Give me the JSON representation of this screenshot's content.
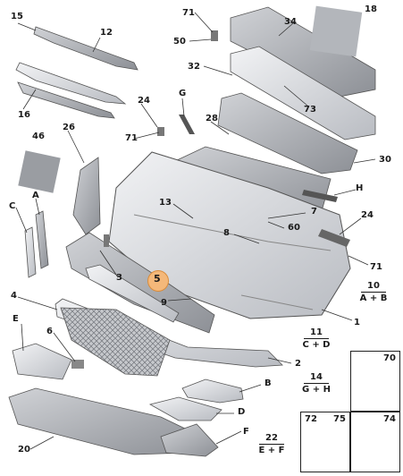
{
  "labels": {
    "l15": "15",
    "l12": "12",
    "l16": "16",
    "l71a": "71",
    "l50": "50",
    "l34": "34",
    "l18": "18",
    "l32": "32",
    "l73": "73",
    "l24a": "24",
    "lG": "G",
    "l28": "28",
    "l46": "46",
    "l26": "26",
    "l71b": "71",
    "l30": "30",
    "lH": "H",
    "lA": "A",
    "lC": "C",
    "l13": "13",
    "l7": "7",
    "l60": "60",
    "l24b": "24",
    "l8": "8",
    "l71c": "71",
    "l3": "3",
    "l5": "5",
    "l9": "9",
    "l4": "4",
    "l1": "1",
    "lE": "E",
    "l6": "6",
    "l2": "2",
    "lB": "B",
    "lD": "D",
    "l20": "20",
    "lF": "F",
    "l70": "70",
    "l72": "72",
    "l75": "75",
    "l74": "74"
  },
  "sub_labels": {
    "s10": {
      "top": "10",
      "bottom": "A + B"
    },
    "s11": {
      "top": "11",
      "bottom": "C + D"
    },
    "s14": {
      "top": "14",
      "bottom": "G + H"
    },
    "s22": {
      "top": "22",
      "bottom": "E + F"
    }
  },
  "highlight": {
    "label": "5",
    "color": "#f4b87a"
  }
}
